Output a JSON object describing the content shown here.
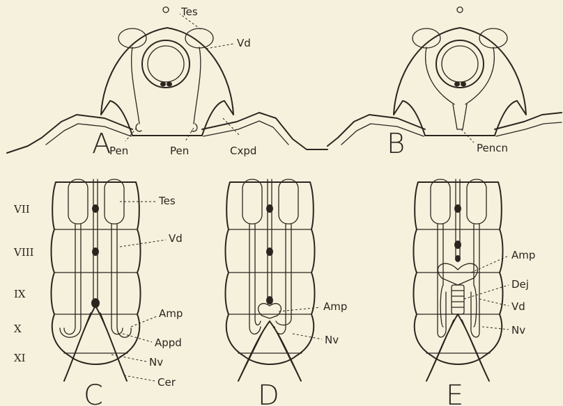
{
  "panels": {
    "A": {
      "letter": "A",
      "labels": {
        "tes": "Tes",
        "vd": "Vd",
        "pen_left": "Pen",
        "pen_right": "Pen",
        "cxpd": "Cxpd"
      }
    },
    "B": {
      "letter": "B",
      "labels": {
        "pencn": "Pencn"
      }
    },
    "C": {
      "letter": "C",
      "segments": [
        "VII",
        "VIII",
        "IX",
        "X",
        "XI"
      ],
      "labels": {
        "tes": "Tes",
        "vd": "Vd",
        "amp": "Amp",
        "appd": "Appd",
        "nv": "Nv",
        "cer": "Cer"
      }
    },
    "D": {
      "letter": "D",
      "labels": {
        "amp": "Amp",
        "nv": "Nv"
      }
    },
    "E": {
      "letter": "E",
      "labels": {
        "amp": "Amp",
        "dej": "Dej",
        "vd": "Vd",
        "nv": "Nv"
      }
    }
  }
}
